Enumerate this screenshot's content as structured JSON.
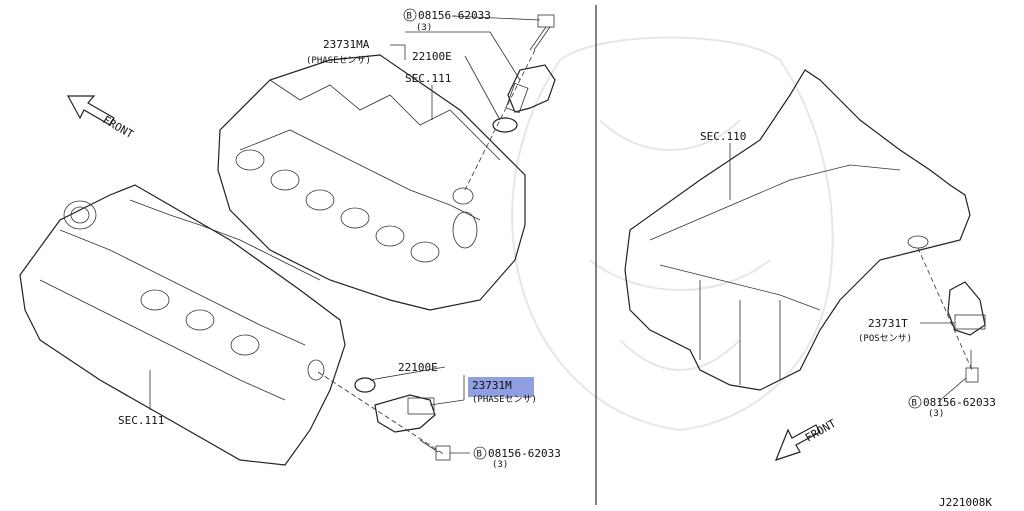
{
  "labels": {
    "bolt_top": "08156-62033",
    "bolt_top_qty": "(3)",
    "phase_sensor_top_pn": "23731MA",
    "phase_sensor_top_name": "(PHASEセンサ)",
    "oring_top": "22100E",
    "sec111_top": "SEC.111",
    "front_left": "FRONT",
    "sec111_bottom": "SEC.111",
    "oring_bottom": "22100E",
    "phase_sensor_bottom_pn": "23731M",
    "phase_sensor_bottom_name": "(PHASEセンサ)",
    "bolt_bottom": "08156-62033",
    "bolt_bottom_qty": "(3)",
    "sec110": "SEC.110",
    "pos_sensor_pn": "23731T",
    "pos_sensor_name": "(POSセンサ)",
    "bolt_right": "08156-62033",
    "bolt_right_qty": "(3)",
    "front_right": "FRONT",
    "diagram_id": "J221008K",
    "bolt_marker": "B"
  },
  "colors": {
    "highlight": "#8f9fe0",
    "line": "#222222"
  }
}
